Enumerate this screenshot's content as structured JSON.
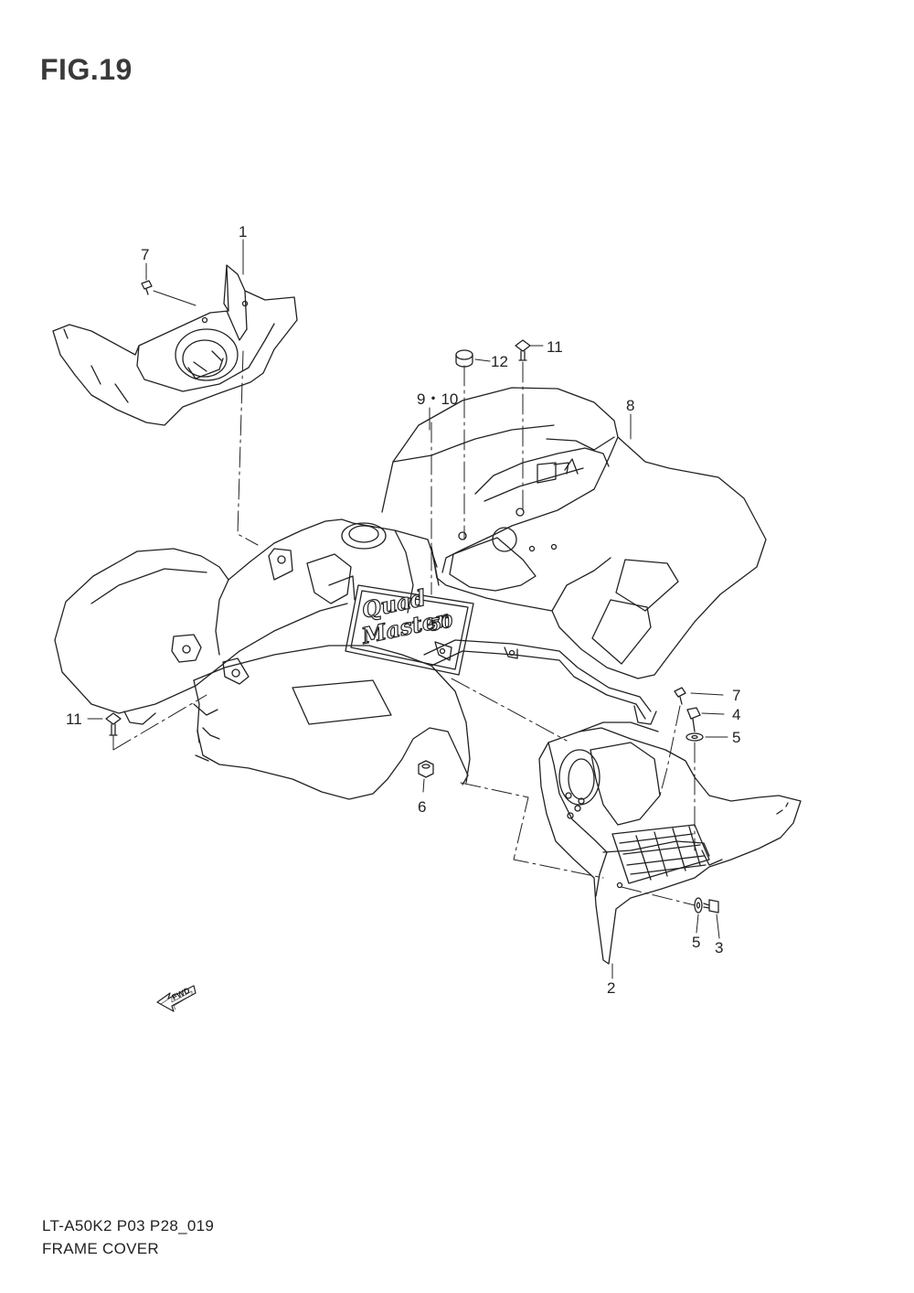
{
  "figure": {
    "title": "FIG.19"
  },
  "callouts": [
    {
      "id": "c1",
      "text": "1"
    },
    {
      "id": "c7a",
      "text": "7"
    },
    {
      "id": "c11a",
      "text": "11"
    },
    {
      "id": "c12",
      "text": "12"
    },
    {
      "id": "c910",
      "text": "9・10"
    },
    {
      "id": "c8",
      "text": "8"
    },
    {
      "id": "c11b",
      "text": "11"
    },
    {
      "id": "c7b",
      "text": "7"
    },
    {
      "id": "c4",
      "text": "4"
    },
    {
      "id": "c5a",
      "text": "5"
    },
    {
      "id": "c6",
      "text": "6"
    },
    {
      "id": "c5b",
      "text": "5"
    },
    {
      "id": "c3",
      "text": "3"
    },
    {
      "id": "c2",
      "text": "2"
    }
  ],
  "decal": {
    "line1": "Quad",
    "line2": "Master",
    "line3": "50"
  },
  "direction_arrow": {
    "label": "FWD",
    "icon": "fwd-arrow-icon"
  },
  "footer": {
    "model_code": "LT-A50K2  P03  P28_019",
    "section_name": "FRAME COVER"
  },
  "colors": {
    "line": "#222222",
    "background": "#ffffff"
  }
}
